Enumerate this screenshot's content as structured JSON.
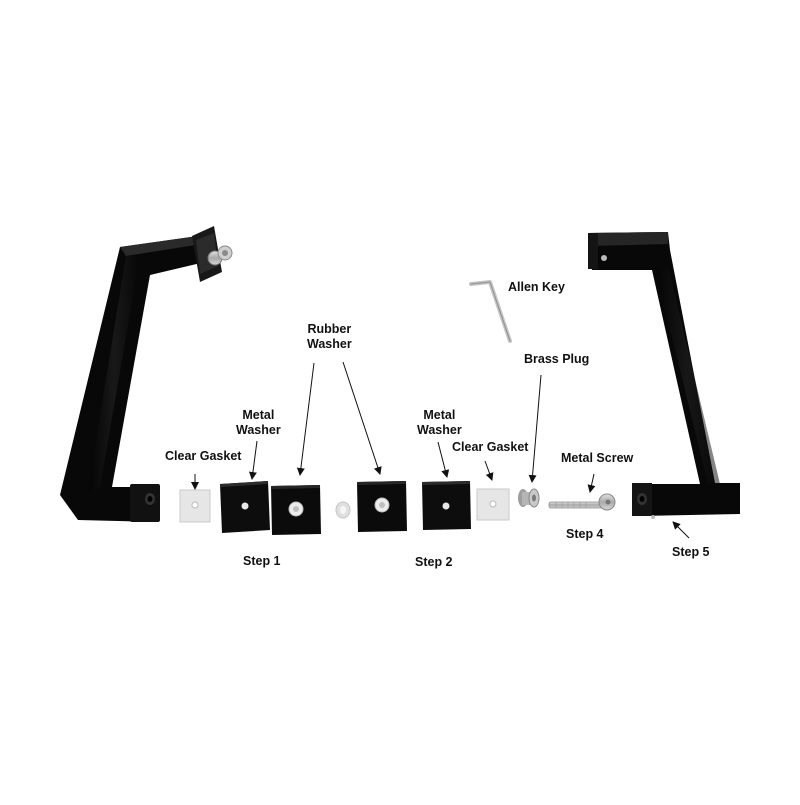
{
  "labels": {
    "allen_key": "Allen Key",
    "rubber_washer": [
      "Rubber",
      "Washer"
    ],
    "brass_plug": "Brass Plug",
    "metal_washer_left": [
      "Metal",
      "Washer"
    ],
    "metal_washer_right": [
      "Metal",
      "Washer"
    ],
    "clear_gasket_left": "Clear Gasket",
    "clear_gasket_right": "Clear Gasket",
    "metal_screw": "Metal Screw",
    "step1": "Step 1",
    "step2": "Step 2",
    "step4": "Step 4",
    "step5": "Step 5"
  },
  "colors": {
    "handle": "#0b0b0b",
    "washer": "#0d0d0d",
    "gasket": "#e4e4e4",
    "metal": "#b8b8b8",
    "brass_plug": "#a9a9a9",
    "arrow": "#111111"
  }
}
